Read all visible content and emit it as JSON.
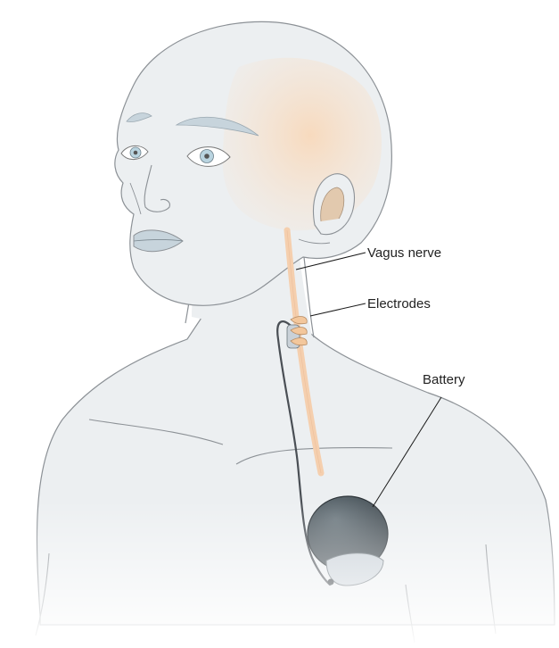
{
  "labels": {
    "vagus_nerve": "Vagus nerve",
    "electrodes": "Electrodes",
    "battery": "Battery"
  },
  "colors": {
    "skin_fill": "#eceff1",
    "skin_stroke": "#8c9196",
    "brain_fill": "#f6dcc0",
    "nerve": "#f5cfae",
    "lead_wire": "#4a4f55",
    "battery_body": "#4e5960",
    "battery_cap": "#c9d1d8",
    "eye_tint": "#b9d4e0",
    "leader_line": "#1a1a1a"
  }
}
